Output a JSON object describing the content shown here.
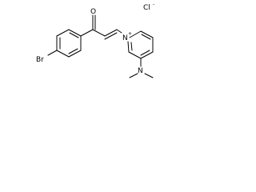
{
  "molecule": {
    "atoms": {
      "oxygen": "O",
      "bromine": "Br",
      "pyridinium_n": "N",
      "pyridinium_charge": "+",
      "amine_n": "N",
      "counterion": "Cl",
      "counterion_charge": "-"
    }
  }
}
